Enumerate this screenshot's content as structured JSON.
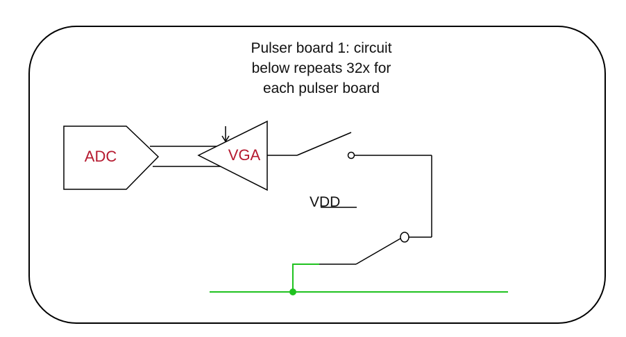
{
  "title": {
    "line1": "Pulser board 1: circuit",
    "line2": "below repeats 32x for",
    "line3": "each pulser board"
  },
  "adc": {
    "label": "ADC"
  },
  "vga": {
    "label": "VGA"
  },
  "vdd": {
    "label": "VDD"
  },
  "colors": {
    "label_red": "#b5192f",
    "ground_green": "#1fc21f",
    "wire": "#000000"
  }
}
